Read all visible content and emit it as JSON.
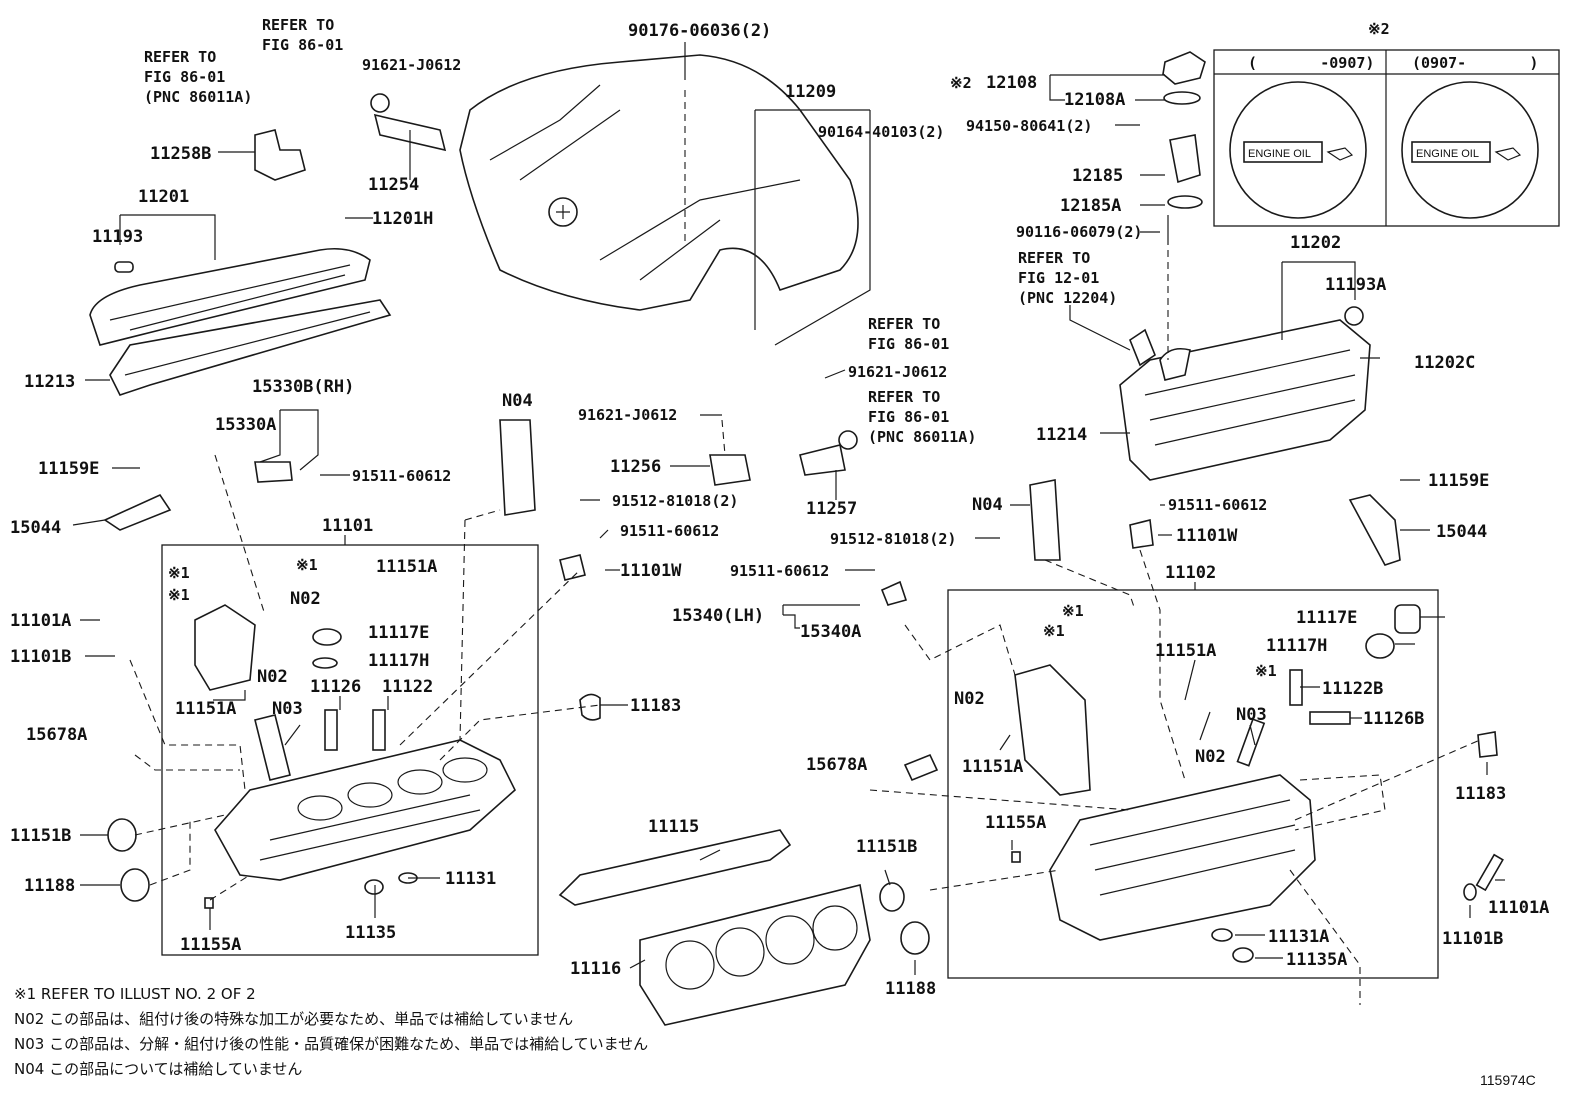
{
  "labels": {
    "p90176": "90176-06036(2)",
    "refer1a": "REFER TO",
    "refer1b": "FIG 86-01",
    "refer2a": "REFER TO",
    "refer2b": "FIG 86-01",
    "refer2c": "(PNC 86011A)",
    "p91621a": "91621-J0612",
    "p11209": "11209",
    "p90164": "90164-40103(2)",
    "p11258B": "11258B",
    "p11254": "11254",
    "p11201": "11201",
    "p11201H": "11201H",
    "p11193": "11193",
    "p11213": "11213",
    "p15330B": "15330B(RH)",
    "p15330A": "15330A",
    "p91511a": "91511-60612",
    "p11159Ea": "11159E",
    "p15044a": "15044",
    "p11101": "11101",
    "note1a": "※1",
    "note1b": "※1",
    "note1c": "※1",
    "p11151Aa": "11151A",
    "pN02a": "N02",
    "p11101A": "11101A",
    "p11101B": "11101B",
    "p11117E": "11117E",
    "p11117H": "11117H",
    "pN02b": "N02",
    "p11126": "11126",
    "p11122": "11122",
    "p11151Ab": "11151A",
    "pN03a": "N03",
    "p15678Aa": "15678A",
    "p11151Ba": "11151B",
    "p11188a": "11188",
    "p11155Aa": "11155A",
    "p11135": "11135",
    "p11131": "11131",
    "pN04a": "N04",
    "p91621b": "91621-J0612",
    "p11256": "11256",
    "p91512a": "91512-81018(2)",
    "p91511b": "91511-60612",
    "p11101Wa": "11101W",
    "p11183a": "11183",
    "p11115": "11115",
    "p11116": "11116",
    "refer3a": "REFER TO",
    "refer3b": "FIG 86-01",
    "p91621c": "91621-J0612",
    "refer4a": "REFER TO",
    "refer4b": "FIG 86-01",
    "refer4c": "(PNC 86011A)",
    "p11257": "11257",
    "p91511c": "91511-60612",
    "p15340": "15340(LH)",
    "p15340A": "15340A",
    "p91512b": "91512-81018(2)",
    "pN04b": "N04",
    "p15678Ab": "15678A",
    "p11151Bb": "11151B",
    "p11188b": "11188",
    "note2": "※2",
    "p12108": "12108",
    "p12108A": "12108A",
    "p94150": "94150-80641(2)",
    "p12185": "12185",
    "p12185A": "12185A",
    "p90116": "90116-06079(2)",
    "refer5a": "REFER TO",
    "refer5b": "FIG 12-01",
    "refer5c": "(PNC 12204)",
    "p11202": "11202",
    "p11193A": "11193A",
    "p11202C": "11202C",
    "p11214": "11214",
    "p91511d": "91511-60612",
    "p11101Wb": "11101W",
    "p11159Eb": "11159E",
    "p15044b": "15044",
    "p11102": "11102",
    "note1d": "※1",
    "note1e": "※1",
    "note1f": "※1",
    "pN02c": "N02",
    "p11151Ac": "11151A",
    "p11151Ad": "11151A",
    "pN02d": "N02",
    "pN03b": "N03",
    "p11117Eb": "11117E",
    "p11117Hb": "11117H",
    "p11122B": "11122B",
    "p11126B": "11126B",
    "p11183b": "11183",
    "p11155Ab": "11155A",
    "p11131A": "11131A",
    "p11135A": "11135A",
    "p11101Ab": "11101A",
    "p11101Bb": "11101B"
  },
  "inset": {
    "mark": "※2",
    "col1": "(       -0907)",
    "col2": "(0907-       )",
    "cap_text": "ENGINE OIL"
  },
  "notes": {
    "line1": "※1 REFER TO ILLUST NO. 2 OF 2",
    "line2": "N02 この部品は、組付け後の特殊な加工が必要なため、単品では補給していません",
    "line3": "N03 この部品は、分解・組付け後の性能・品質確保が困難なため、単品では補給していません",
    "line4": "N04 この部品については補給していません"
  },
  "ref_id": "115974C"
}
